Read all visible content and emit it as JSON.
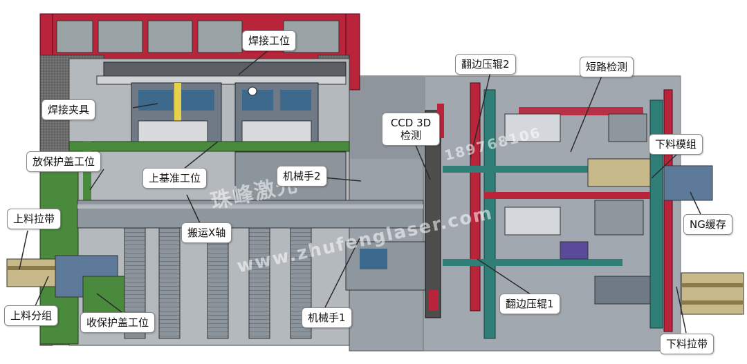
{
  "labels": {
    "welding_station": "焊接工位",
    "welding_fixture": "焊接夹具",
    "place_cover_station": "放保护盖工位",
    "upper_reference_station": "上基准工位",
    "robot_2": "机械手2",
    "ccd_3d_inspection": "CCD 3D 检测",
    "flange_roller_2": "翻边压辊2",
    "short_circuit_test": "短路检测",
    "unload_module": "下料模组",
    "loading_belt": "上料拉带",
    "transfer_x_axis": "搬运X轴",
    "ng_buffer": "NG缓存",
    "loading_group": "上料分组",
    "remove_cover_station": "收保护盖工位",
    "robot_1": "机械手1",
    "flange_roller_1": "翻边压辊1",
    "unloading_belt": "下料拉带"
  },
  "watermark": {
    "company": "珠峰激光",
    "url": "www.zhufenglaser.com",
    "phone": "189768106"
  },
  "colors": {
    "frame_red": "#b9243b",
    "frame_green": "#4a8a3c",
    "plate_gray": "#9aa0a8",
    "teal": "#2f7f78",
    "callout_border": "#8a8a8a"
  }
}
